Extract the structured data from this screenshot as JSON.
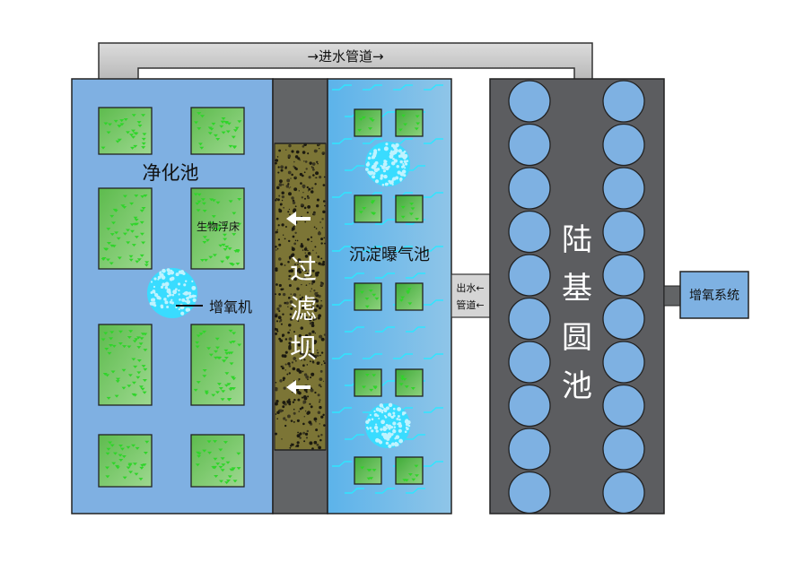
{
  "labels": {
    "inlet_pipe": "→进水管道→",
    "purification_pool": "净化池",
    "floating_bed": "生物浮床",
    "aerator": "增氧机",
    "filter_dam": [
      "过",
      "滤",
      "坝"
    ],
    "sediment_pool": "沉淀曝气池",
    "outlet_pipe_1": "出水←",
    "outlet_pipe_2": "管道←",
    "land_pool": [
      "陆",
      "基",
      "圆",
      "池"
    ],
    "oxygen_system": "增氧系统"
  },
  "colors": {
    "purification_fill": "#7fb0e2",
    "sediment_fill": "#6fb9e9",
    "dam_gray": "#626466",
    "filter_fill": "#7c7536",
    "land_fill": "#5c5d60",
    "round_tank": "#7eb1e2",
    "pipe_gray": "#c8c8c8",
    "bed_green": "#6cc05b",
    "aerator_cyan": "#39dcff"
  }
}
